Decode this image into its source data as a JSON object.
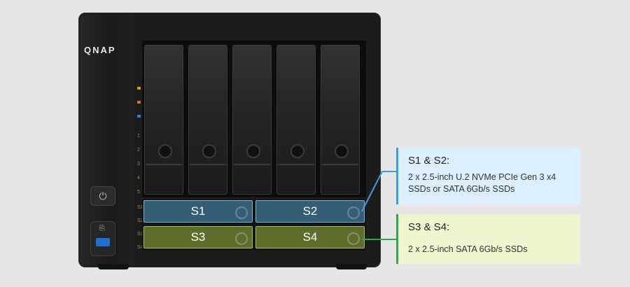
{
  "device": {
    "brand": "QNAP",
    "bay_count": 5,
    "led_labels": [
      "1",
      "2",
      "3",
      "4",
      "5",
      "S1",
      "S2",
      "S3",
      "S4"
    ]
  },
  "slots": {
    "s1": "S1",
    "s2": "S2",
    "s3": "S3",
    "s4": "S4"
  },
  "callouts": {
    "s1s2": {
      "title": "S1 & S2:",
      "line1": "2 x 2.5-inch U.2 NVMe PCIe Gen 3 x4",
      "line2": "SSDs or SATA 6Gb/s SSDs",
      "color": "#39a0d8"
    },
    "s3s4": {
      "title": "S3 & S4:",
      "line1": "2 x 2.5-inch SATA 6Gb/s SSDs",
      "color": "#2aa84a"
    }
  },
  "icons": {
    "power": "power-icon",
    "copy": "one-touch-copy-icon",
    "usb": "usb-port"
  }
}
